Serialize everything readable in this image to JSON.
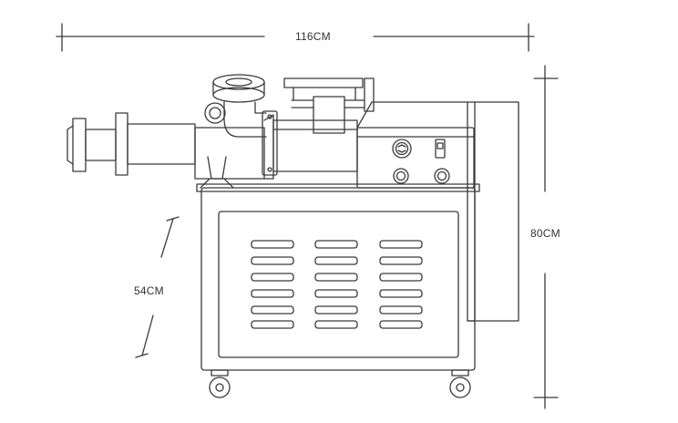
{
  "dimensions": {
    "width": "116CM",
    "height": "80CM",
    "depth": "54CM"
  },
  "colors": {
    "line": "#3a3a3a",
    "background": "#ffffff"
  },
  "icons": {
    "gauge": "pressure-gauge-icon",
    "switch": "power-switch-icon"
  }
}
